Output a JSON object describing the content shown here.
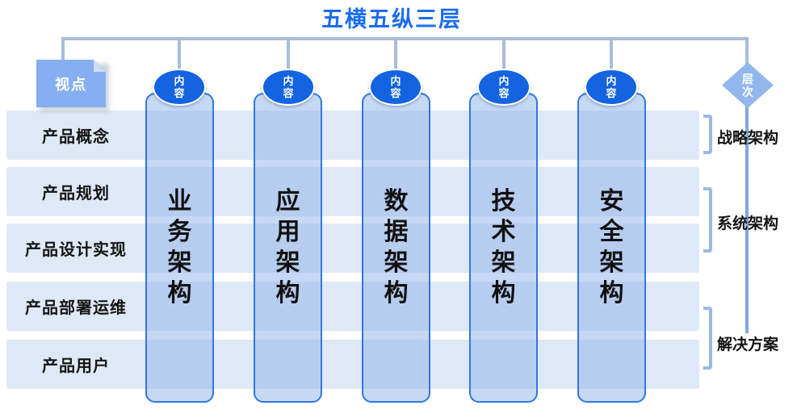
{
  "title": {
    "text": "五横五纵三层"
  },
  "viewpoint": {
    "label": "视点"
  },
  "hierarchy": {
    "label": "层次"
  },
  "rows": [
    {
      "label": "产品概念"
    },
    {
      "label": "产品规划"
    },
    {
      "label": "产品设计实现"
    },
    {
      "label": "产品部署运维"
    },
    {
      "label": "产品用户"
    }
  ],
  "columns": [
    {
      "badge": "内容",
      "label": "业务架构"
    },
    {
      "badge": "内容",
      "label": "应用架构"
    },
    {
      "badge": "内容",
      "label": "数据架构"
    },
    {
      "badge": "内容",
      "label": "技术架构"
    },
    {
      "badge": "内容",
      "label": "安全架构"
    }
  ],
  "level_groups": [
    {
      "label": "战略架构"
    },
    {
      "label": "系统架构"
    },
    {
      "label": "解决方案"
    }
  ],
  "colors": {
    "title_text": "#1a6cf0",
    "row_fill": "#dfe8f6",
    "column_fill": "#bdd3f3",
    "column_border": "#2f78e0",
    "bubble_fill": "#1463e0",
    "viewpoint_fill": "#85aff0",
    "diamond_fill": "#92b7ed",
    "connector": "#a9bdd9",
    "hierarchy_line": "#7ea9e0",
    "bracket": "#9db9e2",
    "label_text": "#141414"
  }
}
